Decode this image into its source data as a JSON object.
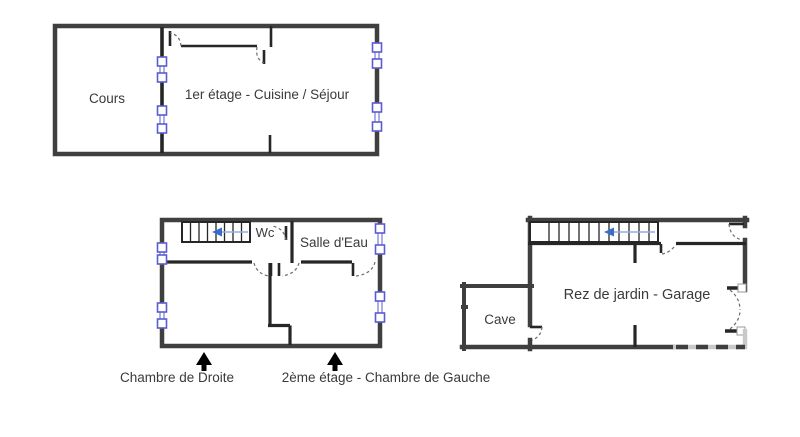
{
  "colors": {
    "wall": "#3f3f3f",
    "interior-wall": "#262626",
    "window-accent": "#5b5bd0",
    "stair-arrow-line": "#93abdf",
    "stair-arrow-head": "#3a6cc9",
    "door-arc": "#6b6b6b",
    "label-text": "#3a3a3a",
    "garage-door-light": "#c9c9c9"
  },
  "plans": [
    {
      "name": "first-floor",
      "rooms": [
        {
          "label": "Cours"
        },
        {
          "label": "1er étage - Cuisine / Séjour"
        }
      ]
    },
    {
      "name": "second-floor",
      "rooms": [
        {
          "label": "Wc"
        },
        {
          "label": "Salle d'Eau"
        }
      ],
      "annotations": [
        {
          "label": "Chambre de Droite"
        },
        {
          "label": "2ème étage - Chambre de Gauche"
        }
      ]
    },
    {
      "name": "garden-level",
      "rooms": [
        {
          "label": "Cave"
        },
        {
          "label": "Rez de jardin - Garage"
        }
      ]
    }
  ]
}
